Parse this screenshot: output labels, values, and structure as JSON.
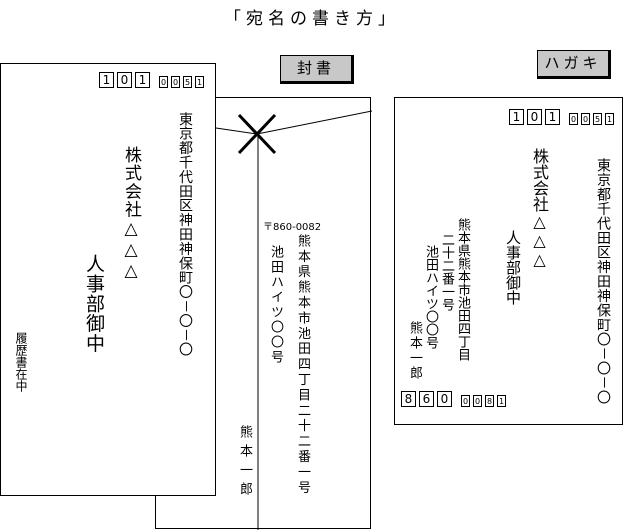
{
  "title": "「宛名の書き方」",
  "labels": {
    "fusho": "封書",
    "hagaki": "ハガキ"
  },
  "envelope_front": {
    "postal_main": [
      "1",
      "0",
      "1"
    ],
    "postal_sub": [
      "0",
      "0",
      "5",
      "1"
    ],
    "address": "東京都千代田区神田神保町〇－〇－〇",
    "company": "株式会社△△△",
    "department": "人事部御中",
    "note": "履歴書在中"
  },
  "envelope_back": {
    "postal": "〒860-0082",
    "address1": "熊本県熊本市池田四丁目二十二番一号",
    "address2": "池田ハイツ〇〇号",
    "name": "熊本一郎"
  },
  "postcard": {
    "postal_main": [
      "1",
      "0",
      "1"
    ],
    "postal_sub": [
      "0",
      "0",
      "5",
      "1"
    ],
    "address": "東京都千代田区神田神保町〇－〇－〇",
    "company": "株式会社△△△",
    "department": "人事部御中",
    "sender_address1": "熊本県熊本市池田四丁目",
    "sender_address2": "二十二番一号",
    "sender_address3": "池田ハイツ〇〇号",
    "sender_name": "熊本一郎",
    "sender_postal_main": [
      "8",
      "6",
      "0"
    ],
    "sender_postal_sub": [
      "0",
      "0",
      "8",
      "1"
    ]
  }
}
